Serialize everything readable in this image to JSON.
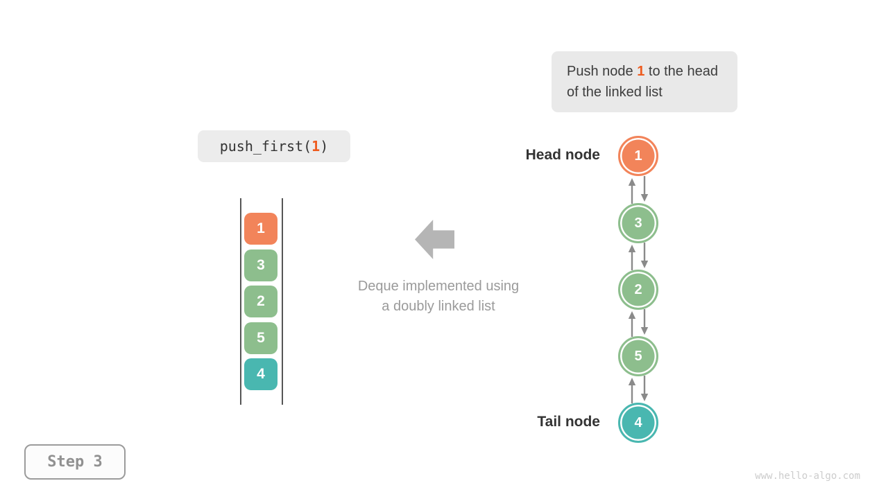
{
  "palette": {
    "orange": "#F2845A",
    "green": "#8DBE8D",
    "teal": "#49B7B0",
    "highlight": "#EE5B1E",
    "arrow_gray": "#8A8A8A",
    "block_arrow_gray": "#B5B5B5",
    "callout_bg": "#E9E9E9",
    "dark_text": "#3C3C3C",
    "muted_text": "#9A9A9A"
  },
  "instruction": {
    "prefix": "Push node ",
    "highlight": "1",
    "suffix": " to the head of the linked list"
  },
  "code": {
    "prefix": "push_first(",
    "highlight": "1",
    "suffix": ")"
  },
  "stack": {
    "items": [
      {
        "value": "1",
        "color": "#F2845A"
      },
      {
        "value": "3",
        "color": "#8DBE8D"
      },
      {
        "value": "2",
        "color": "#8DBE8D"
      },
      {
        "value": "5",
        "color": "#8DBE8D"
      },
      {
        "value": "4",
        "color": "#49B7B0"
      }
    ]
  },
  "caption": {
    "line1": "Deque implemented using",
    "line2": "a doubly linked list"
  },
  "linked_list": {
    "head_label": "Head node",
    "tail_label": "Tail node",
    "nodes": [
      {
        "value": "1",
        "color": "#F2845A"
      },
      {
        "value": "3",
        "color": "#8DBE8D"
      },
      {
        "value": "2",
        "color": "#8DBE8D"
      },
      {
        "value": "5",
        "color": "#8DBE8D"
      },
      {
        "value": "4",
        "color": "#49B7B0"
      }
    ]
  },
  "step": {
    "label": "Step 3"
  },
  "watermark": "www.hello-algo.com"
}
